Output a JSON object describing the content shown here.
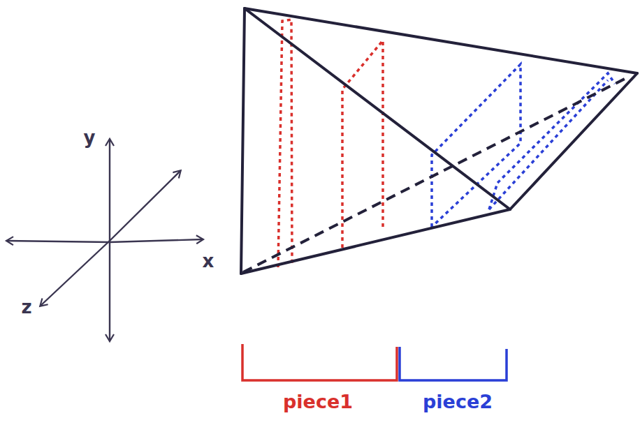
{
  "diagram": {
    "labels": [
      "y",
      "x",
      "z",
      "piece1",
      "piece2"
    ]
  }
}
